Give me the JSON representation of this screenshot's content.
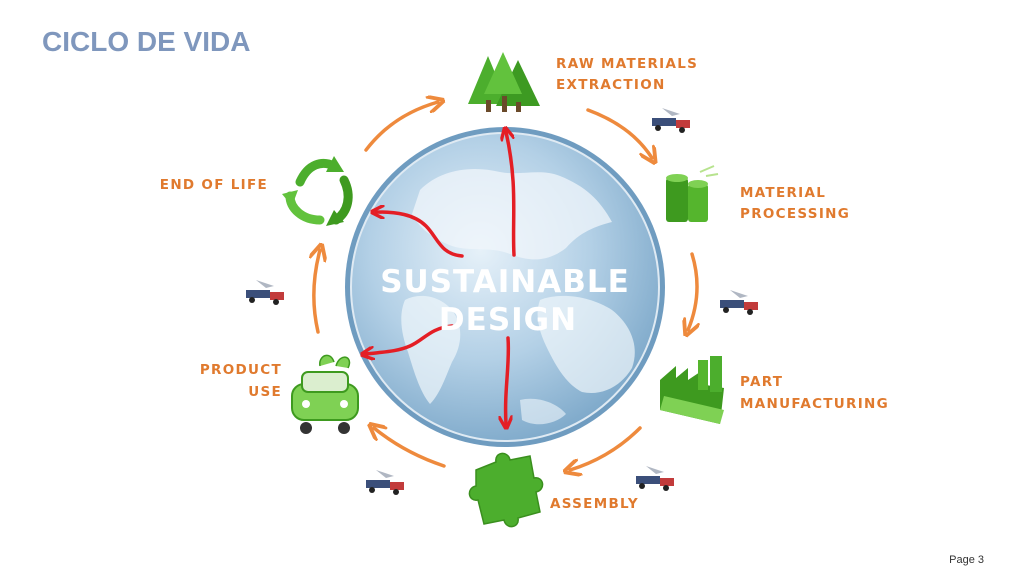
{
  "slide": {
    "title": "CICLO DE VIDA",
    "page": "Page 3"
  },
  "center": {
    "line1": "SUSTAINABLE",
    "line2": "DESIGN"
  },
  "stages": [
    {
      "line1": "RAW MATERIALS",
      "line2": "EXTRACTION"
    },
    {
      "line1": "MATERIAL",
      "line2": "PROCESSING"
    },
    {
      "line1": "PART",
      "line2": "MANUFACTURING"
    },
    {
      "line1": "ASSEMBLY",
      "line2": ""
    },
    {
      "line1": "PRODUCT",
      "line2": "USE"
    },
    {
      "line1": "END OF LIFE",
      "line2": ""
    }
  ],
  "colors": {
    "title": "#7f97bd",
    "label": "#e07a2e",
    "cycle_arrow": "#ee8a3d",
    "center_arrow": "#e41e25",
    "globe": "#a9c9e2",
    "icon_green": "#4cae2d"
  }
}
